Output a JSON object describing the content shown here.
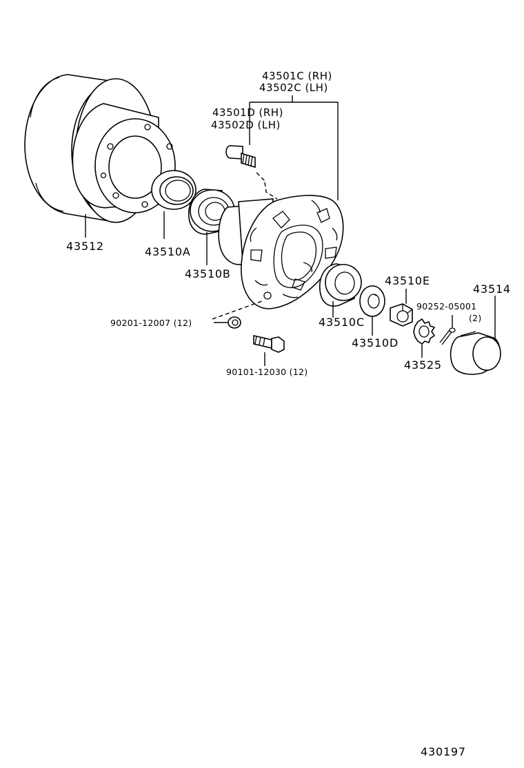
{
  "labels": {
    "hub_rh": "43501C (RH)",
    "hub_lh": "43502C (LH)",
    "bolt_rh": "43501D (RH)",
    "bolt_lh": "43502D (LH)",
    "disc": "43512",
    "seal_a": "43510A",
    "bearing_b": "43510B",
    "bearing_c": "43510C",
    "washer_d": "43510D",
    "nut_e": "43510E",
    "cap": "43514",
    "nut_small": "90201-12007 (12)",
    "bolt_small": "90101-12030 (12)",
    "pin": "90252-05001",
    "pin_qty": "(2)",
    "lock": "43525"
  },
  "page_number": "430197"
}
